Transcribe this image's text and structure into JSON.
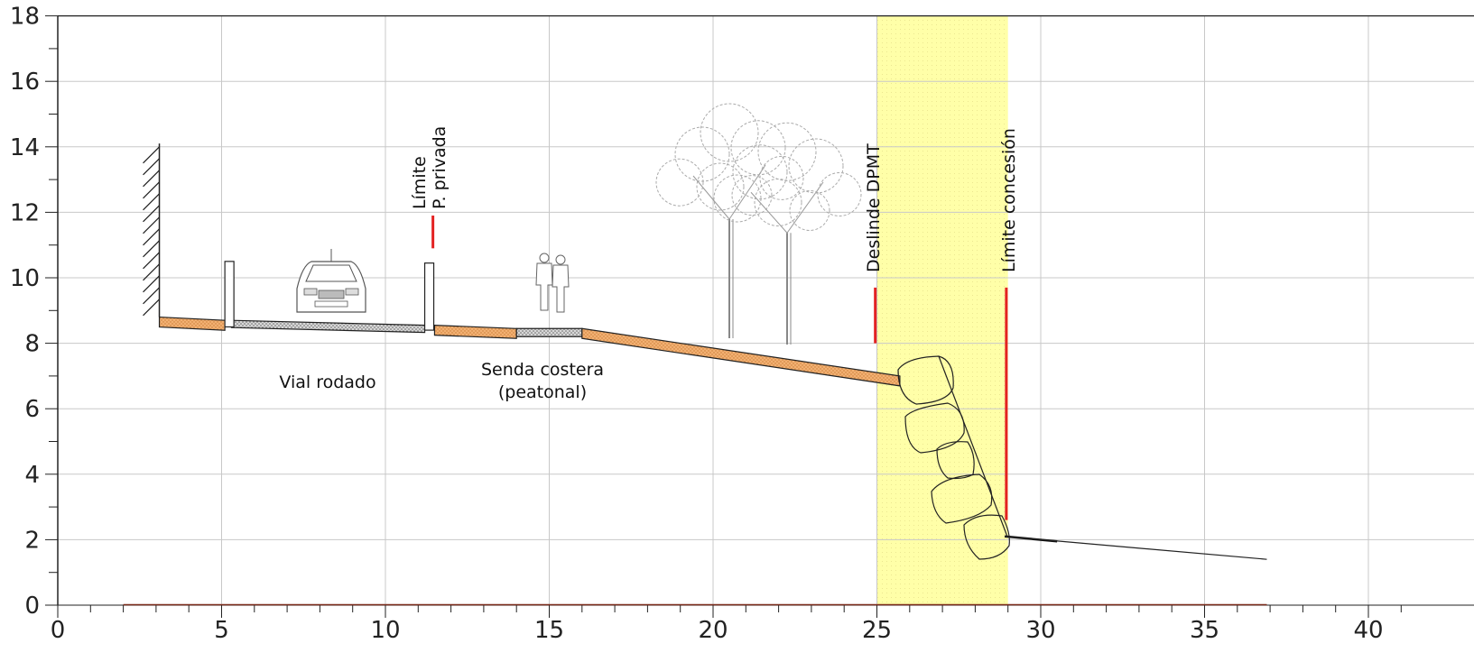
{
  "chart_data": {
    "type": "diagram",
    "title": "",
    "xlabel": "",
    "ylabel": "",
    "xlim": [
      0,
      41.5
    ],
    "ylim": [
      0,
      18
    ],
    "x_ticks": [
      0,
      5,
      10,
      15,
      20,
      25,
      30,
      35,
      40
    ],
    "y_ticks": [
      0,
      2,
      4,
      6,
      8,
      10,
      12,
      14,
      16,
      18
    ],
    "grid": true,
    "colors": {
      "grid": "#c8c8c8",
      "axis": "#222222",
      "fill_orange": "#f2b072",
      "fill_grey": "#bdbdbd",
      "zone_yellow": "#ffffa8",
      "limit_red": "#e32222",
      "baseline": "#7a2a1a"
    },
    "zones": [
      {
        "name": "maritime-terrestrial-zone",
        "x": [
          25,
          29
        ],
        "y": [
          0,
          18
        ]
      }
    ],
    "profile": {
      "segments": [
        {
          "kind": "pavement",
          "from": [
            3.1,
            8.8
          ],
          "to": [
            5.1,
            8.7
          ]
        },
        {
          "kind": "road",
          "from": [
            5.3,
            8.7
          ],
          "to": [
            11.2,
            8.55
          ]
        },
        {
          "kind": "pavement",
          "from": [
            11.5,
            8.55
          ],
          "to": [
            14.0,
            8.45
          ]
        },
        {
          "kind": "paving-stones",
          "from": [
            14.0,
            8.45
          ],
          "to": [
            16.0,
            8.45
          ]
        },
        {
          "kind": "slope",
          "from": [
            16.0,
            8.45
          ],
          "to": [
            25.7,
            7.0
          ]
        }
      ],
      "seabed": {
        "from": [
          28.9,
          2.1
        ],
        "to": [
          36.9,
          1.4
        ]
      },
      "baseline": {
        "from": [
          2.0,
          0.0
        ],
        "to": [
          36.9,
          0.0
        ]
      }
    },
    "limit_lines": [
      {
        "label": "Límite\nP. privada",
        "x": 11.45,
        "y": [
          10.9,
          11.9
        ]
      },
      {
        "label": "Deslinde DPMT",
        "x": 24.95,
        "y": [
          8.0,
          9.7
        ]
      },
      {
        "label": "Límite concesión",
        "x": 28.95,
        "y": [
          2.6,
          9.7
        ]
      }
    ],
    "annotations": [
      {
        "text": "Vial rodado",
        "x": 8.0,
        "y": 6.8
      },
      {
        "text": "Senda costera",
        "x": 14.5,
        "y": 7.1
      },
      {
        "text": "(peatonal)",
        "x": 14.5,
        "y": 6.4
      }
    ]
  },
  "labels": {
    "limite_line1": "Límite",
    "limite_line2": "P. privada",
    "deslinde": "Deslinde DPMT",
    "concesion": "Límite concesión",
    "vial": "Vial rodado",
    "senda_line1": "Senda costera",
    "senda_line2": "(peatonal)"
  }
}
